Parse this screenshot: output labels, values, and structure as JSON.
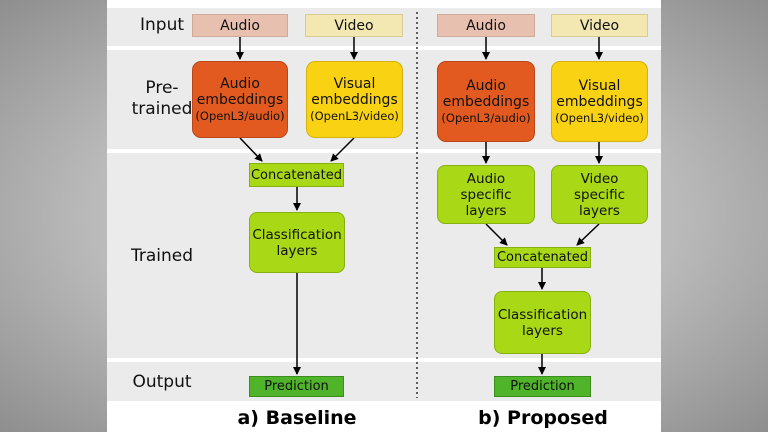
{
  "rows": {
    "input": "Input",
    "pretrained": "Pre-\ntrained",
    "trained": "Trained",
    "output": "Output"
  },
  "baseline": {
    "caption": "a) Baseline",
    "input_audio": "Audio",
    "input_video": "Video",
    "emb_audio_title": "Audio\nembeddings",
    "emb_audio_sub": "(OpenL3/audio)",
    "emb_video_title": "Visual\nembeddings",
    "emb_video_sub": "(OpenL3/video)",
    "concatenated": "Concatenated",
    "classification": "Classification\nlayers",
    "prediction": "Prediction"
  },
  "proposed": {
    "caption": "b) Proposed",
    "input_audio": "Audio",
    "input_video": "Video",
    "emb_audio_title": "Audio\nembeddings",
    "emb_audio_sub": "(OpenL3/audio)",
    "emb_video_title": "Visual\nembeddings",
    "emb_video_sub": "(OpenL3/video)",
    "audio_specific": "Audio\nspecific\nlayers",
    "video_specific": "Video\nspecific\nlayers",
    "concatenated": "Concatenated",
    "classification": "Classification\nlayers",
    "prediction": "Prediction"
  },
  "colors": {
    "audio_input": "#e8c0b0",
    "video_input": "#f3e8b2",
    "audio_embedding": "#e25a20",
    "video_embedding": "#f9d313",
    "trained_layers": "#a8d816",
    "prediction": "#4fb42a"
  }
}
